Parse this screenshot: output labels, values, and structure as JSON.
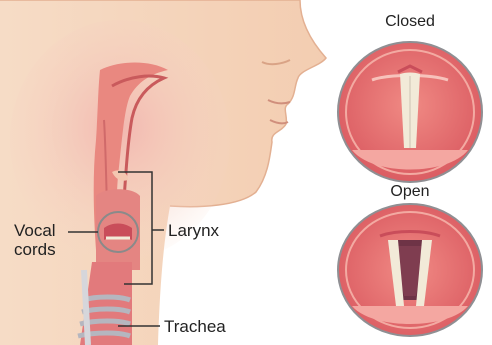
{
  "labels": {
    "vocal_cords_line1": "Vocal",
    "vocal_cords_line2": "cords",
    "larynx": "Larynx",
    "trachea": "Trachea",
    "closed": "Closed",
    "open": "Open"
  },
  "colors": {
    "skin": "#f4d2b8",
    "skin_shadow": "#e8b99a",
    "flesh": "#e47a78",
    "flesh_dark": "#c9525a",
    "cartilage": "#c9c9d0",
    "vocal_cord": "#f2ead8",
    "leader_line": "#333333"
  }
}
